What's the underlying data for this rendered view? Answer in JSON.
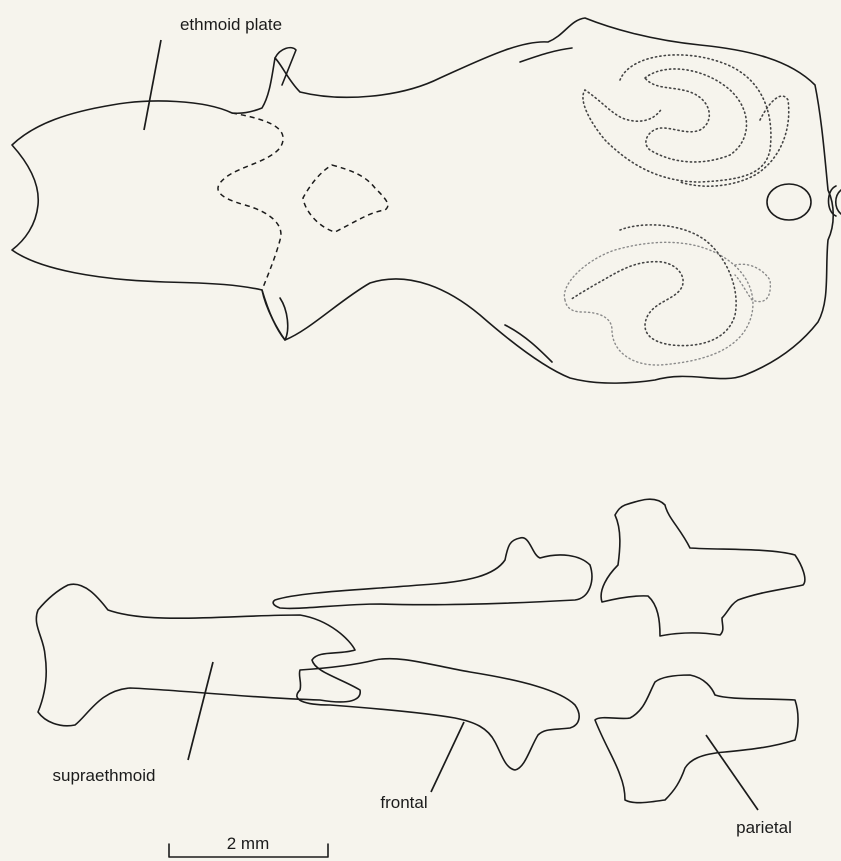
{
  "labels": {
    "ethmoid_plate": "ethmoid plate",
    "supraethmoid": "supraethmoid",
    "frontal": "frontal",
    "parietal": "parietal"
  },
  "scale_bar": {
    "text": "2 mm"
  },
  "colors": {
    "background": "#f6f4ed",
    "ink": "#1b1b1b"
  }
}
